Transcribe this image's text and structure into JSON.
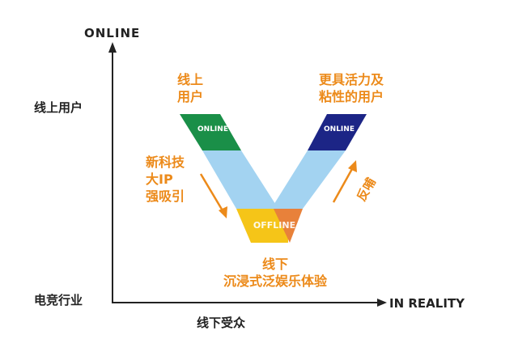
{
  "axes": {
    "y_top_label": "ONLINE",
    "y_high_label": "线上用户",
    "y_low_label": "电竞行业",
    "x_end_label": "IN REALITY",
    "x_bottom_label": "线下受众"
  },
  "v_shape": {
    "left_top": {
      "label": "ONLINE",
      "color": "#1a8f48"
    },
    "right_top": {
      "label": "ONLINE",
      "color": "#1c2586"
    },
    "band_color": "#a3d3f1",
    "bottom_left": {
      "label": "OFFLINE",
      "color": "#f5c518"
    },
    "bottom_right_color": "#e8813a"
  },
  "annotations": {
    "left_top_line1": "线上",
    "left_top_line2": "用户",
    "right_top_line1": "更具活力及",
    "right_top_line2": "粘性的用户",
    "left_mid_line1": "新科技",
    "left_mid_line2": "大IP",
    "left_mid_line3": "强吸引",
    "right_mid": "反哺",
    "bottom_line1": "线下",
    "bottom_line2": "沉浸式泛娱乐体验"
  },
  "colors": {
    "accent_orange": "#ec8a1a",
    "axis": "#222222"
  }
}
